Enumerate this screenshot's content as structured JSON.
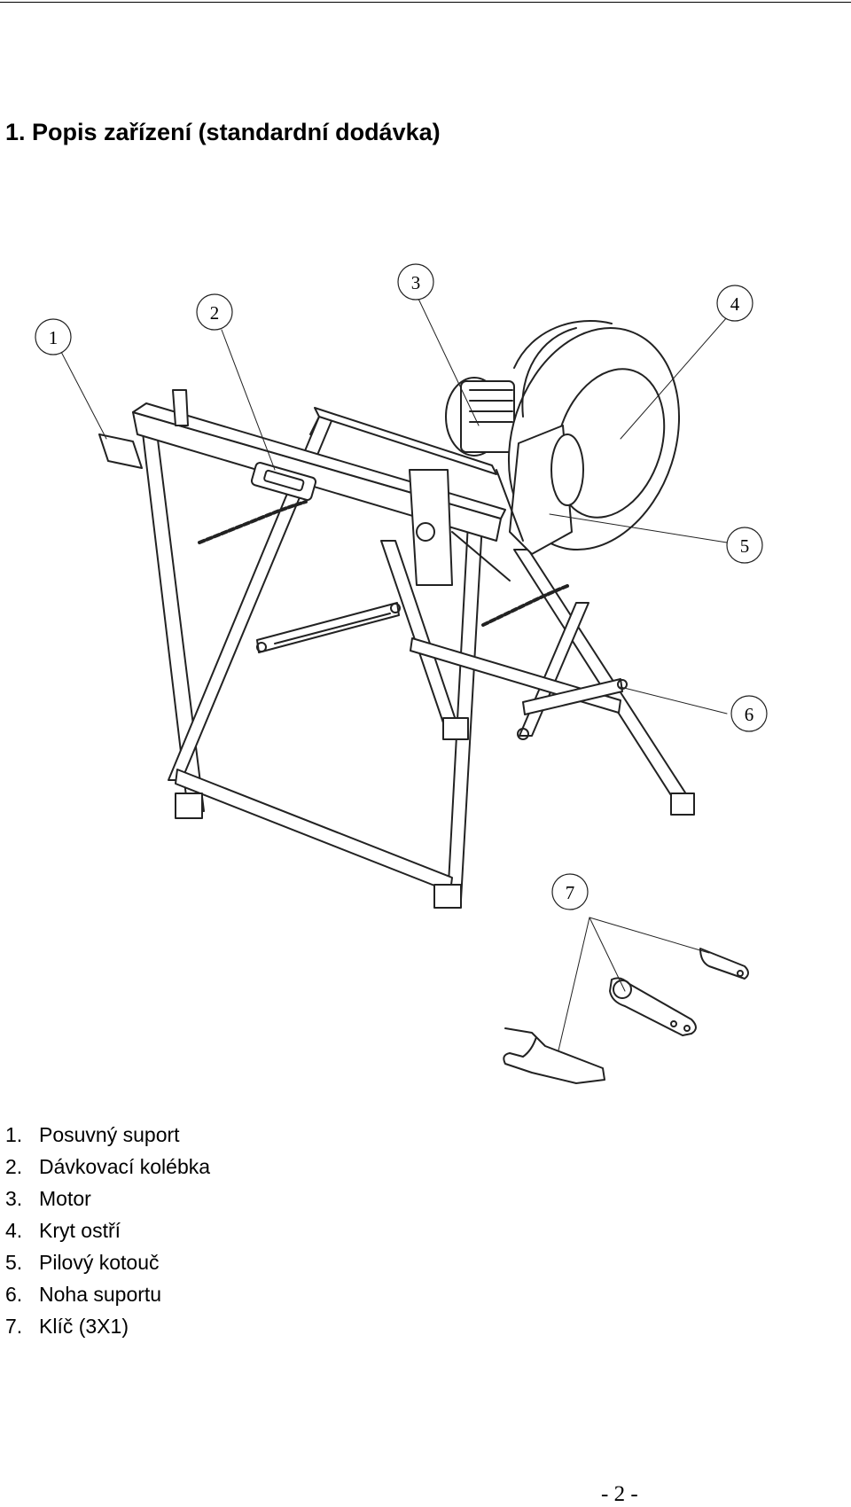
{
  "heading": "1. Popis zařízení (standardní dodávka)",
  "figure": {
    "callouts": [
      "1",
      "2",
      "3",
      "4",
      "5",
      "6",
      "7"
    ]
  },
  "parts": [
    {
      "num": "1.",
      "label": "Posuvný suport"
    },
    {
      "num": "2.",
      "label": "Dávkovací kolébka"
    },
    {
      "num": "3.",
      "label": "Motor"
    },
    {
      "num": "4.",
      "label": "Kryt ostří"
    },
    {
      "num": "5.",
      "label": "Pilový kotouč"
    },
    {
      "num": "6.",
      "label": "Noha suportu"
    },
    {
      "num": "7.",
      "label": "Klíč (3X1)"
    }
  ],
  "page_number": "- 2 -"
}
